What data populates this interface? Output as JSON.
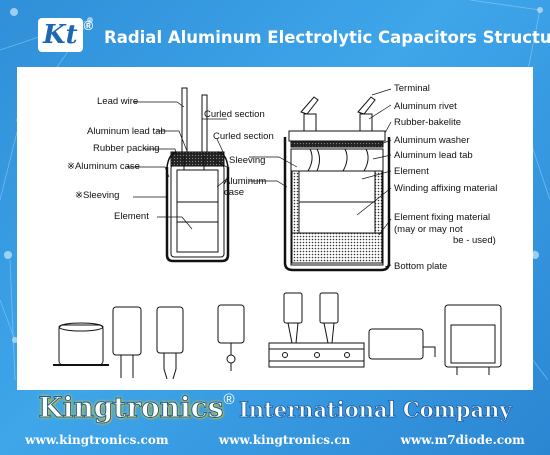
{
  "header": {
    "logo_text": "Kt",
    "logo_reg": "®",
    "title": "Radial Aluminum Electrolytic Capacitors Structure"
  },
  "diagram": {
    "small_cap_labels": {
      "lead_wire": "Lead wire",
      "curled_section_1": "Curled section",
      "aluminum_lead_tab": "Aluminum lead tab",
      "curled_section_2": "Curled section",
      "rubber_packing": "Rubber packing",
      "sleeving": "Sleeving",
      "aluminum_case_note": "※Aluminum case",
      "aluminum_case": "Aluminum",
      "aluminum_case_2": "case",
      "sleeving_note": "※Sleeving",
      "element": "Element"
    },
    "large_cap_labels": {
      "terminal": "Terminal",
      "aluminum_rivet": "Aluminum rivet",
      "rubber_bakelite": "Rubber-bakelite",
      "aluminum_washer": "Aluminum washer",
      "aluminum_lead_tab": "Aluminum lead tab",
      "element": "Element",
      "winding_affixing_material": "Winding affixing material",
      "element_fixing_material": "Element fixing material",
      "may_or_may_not": "(may or may not",
      "be_used": "be - used)",
      "bottom_plate": "Bottom plate"
    }
  },
  "footer": {
    "company_name": "Kingtronics",
    "company_reg": "®",
    "company_suffix": "International Company",
    "urls": [
      "www.kingtronics.com",
      "www.kingtronics.cn",
      "www.m7diode.com"
    ]
  }
}
